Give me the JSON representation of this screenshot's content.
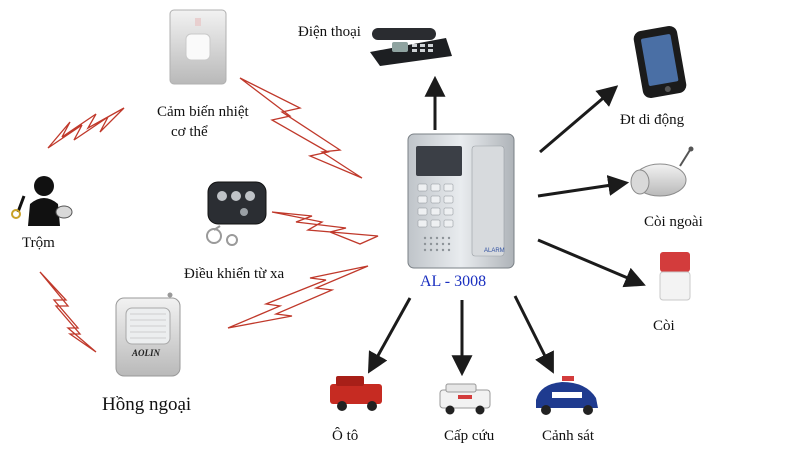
{
  "center": {
    "name": "AL - 3008",
    "brand": "ALARM"
  },
  "inputs": [
    {
      "id": "body-heat-sensor",
      "label_line1": "Cảm biến nhiệt",
      "label_line2": "cơ thể"
    },
    {
      "id": "remote",
      "label": "Điều khiển từ xa"
    },
    {
      "id": "infrared",
      "label": "Hồng ngoại",
      "brand": "AOLIN"
    },
    {
      "id": "thief",
      "label": "Trộm"
    }
  ],
  "outputs": [
    {
      "id": "phone",
      "label": "Điện thoại"
    },
    {
      "id": "mobile",
      "label": "Đt di động"
    },
    {
      "id": "outdoor-siren",
      "label": "Còi ngoài"
    },
    {
      "id": "siren",
      "label": "Còi"
    },
    {
      "id": "car",
      "label": "Ô tô"
    },
    {
      "id": "ambulance",
      "label": "Cấp cứu"
    },
    {
      "id": "police",
      "label": "Cảnh sát"
    }
  ],
  "colors": {
    "lightning": "#c0392b",
    "arrow": "#1b1b1b",
    "center_label": "#1a2fc0"
  }
}
